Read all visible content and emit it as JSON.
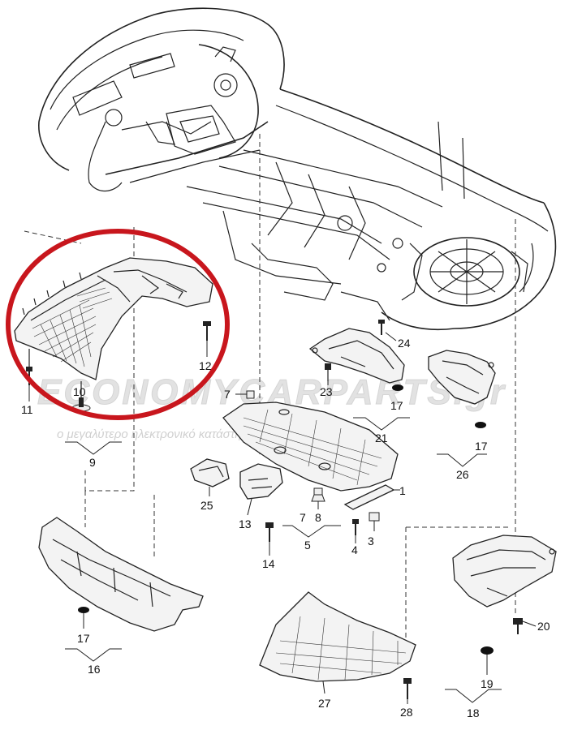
{
  "callouts": {
    "c1": "1",
    "c3": "3",
    "c4": "4",
    "c5": "5",
    "c7a": "7",
    "c7b": "7",
    "c8": "8",
    "c9": "9",
    "c10": "10",
    "c11": "11",
    "c12": "12",
    "c13": "13",
    "c14": "14",
    "c16": "16",
    "c17a": "17",
    "c17b": "17",
    "c17c": "17",
    "c18": "18",
    "c19": "19",
    "c20": "20",
    "c21": "21",
    "c23": "23",
    "c24": "24",
    "c25": "25",
    "c26": "26",
    "c27": "27",
    "c28": "28"
  },
  "watermark": {
    "brand": "ECONOMYCARPARTS.gr",
    "tagline": "ο μεγαλύτερο ηλεκτρονικό κατάστημα ανταλλακτικών"
  },
  "colors": {
    "highlight_ring": "#c8161d",
    "line": "#222222",
    "watermark": "#d4d4d4"
  }
}
